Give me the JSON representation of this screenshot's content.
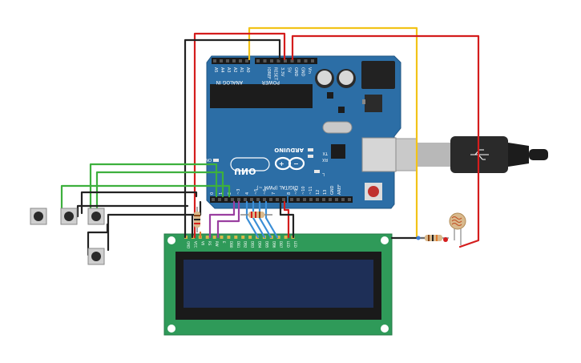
{
  "arduino": {
    "brand": "ARDUINO",
    "model": "UNO",
    "power_header": "POWER",
    "analog_header": "ANALOG IN",
    "digital_header": "DIGITAL (PWM ~)",
    "on_label": "ON",
    "tx_label": "TX",
    "rx_label": "RX",
    "l_label": "L",
    "analog_pins": [
      "A0",
      "A1",
      "A2",
      "A3",
      "A4",
      "A5"
    ],
    "power_pins": [
      "Vin",
      "GND",
      "GND",
      "5V",
      "3.3V",
      "RESET",
      "IOREF"
    ],
    "digital_pins": [
      "0",
      "1",
      "2",
      "~3",
      "4",
      "~5",
      "~6",
      "7",
      "8",
      "~9",
      "~10",
      "~11",
      "12",
      "13",
      "GND",
      "AREF"
    ]
  },
  "lcd": {
    "pins": [
      "GND",
      "VCC",
      "V0",
      "RS",
      "RW",
      "E",
      "DB0",
      "DB1",
      "DB2",
      "DB3",
      "DB4",
      "DB5",
      "DB6",
      "DB7",
      "LED",
      "LED"
    ]
  },
  "colors": {
    "board": "#2c6ea6",
    "lcd_pcb": "#2f9a59",
    "lcd_screen": "#1e2f57",
    "wire_red": "#d41d1d",
    "wire_black": "#222222",
    "wire_yellow": "#f2c318",
    "wire_green": "#3db03d",
    "wire_purple": "#9a3fa0",
    "wire_blue": "#3a8ed6"
  },
  "components": {
    "buttons": 4,
    "resistors": 3,
    "photoresistor": 1,
    "usb_cable": 1
  }
}
